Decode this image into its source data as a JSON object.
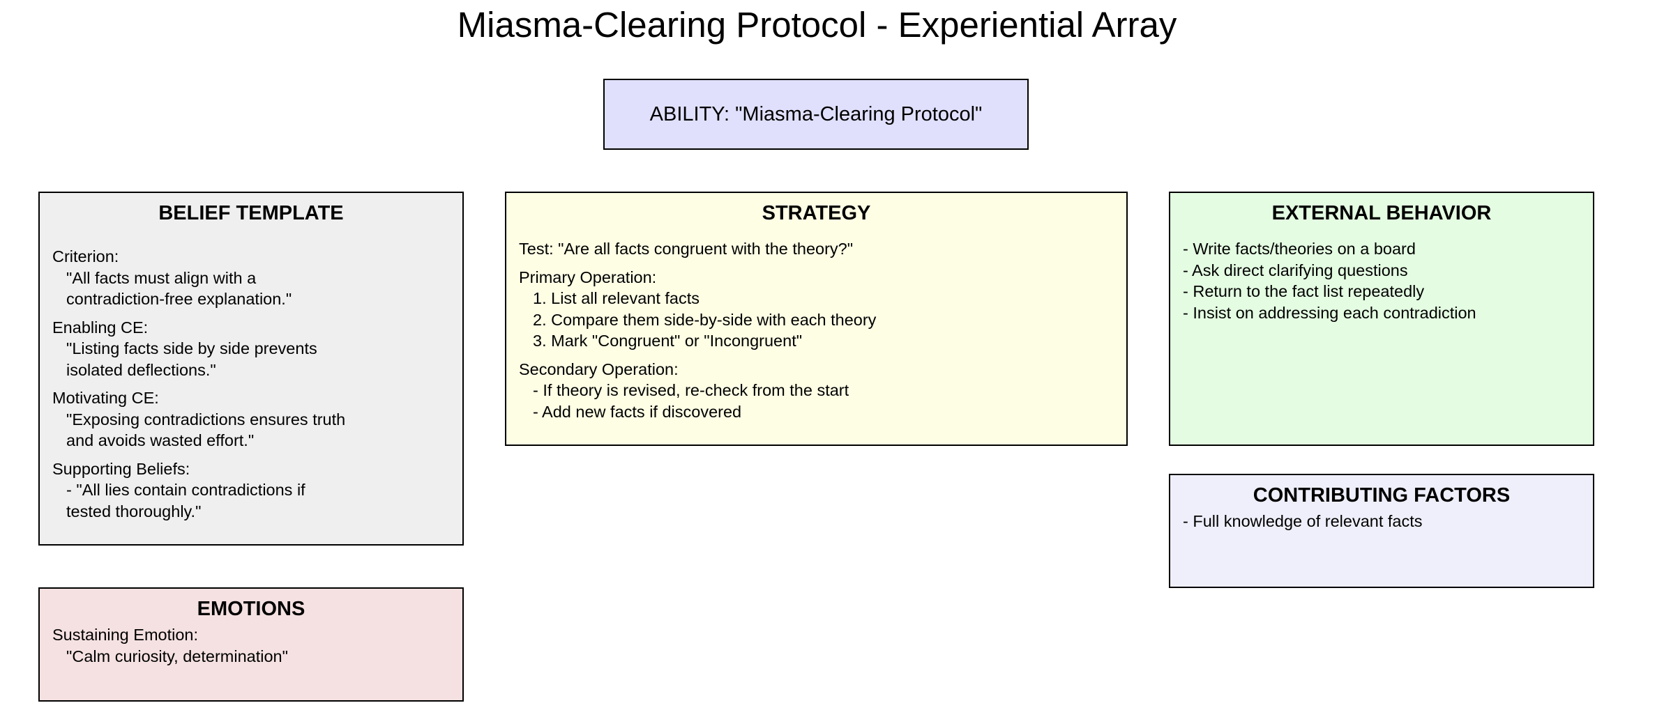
{
  "title": "Miasma-Clearing Protocol - Experiential Array",
  "colors": {
    "ability": "#e0e0fd",
    "belief_template": "#efefef",
    "strategy": "#fefee5",
    "external_behavior": "#e4fde2",
    "contributing_factors": "#efeffb",
    "emotions": "#f5e1e1",
    "border": "#000000"
  },
  "ability": {
    "label": "ABILITY: \"Miasma-Clearing Protocol\""
  },
  "belief_template": {
    "heading": "BELIEF TEMPLATE",
    "criterion_label": "Criterion:",
    "criterion_lines": [
      "\"All facts must align with a",
      "contradiction-free explanation.\""
    ],
    "enabling_label": "Enabling CE:",
    "enabling_lines": [
      "\"Listing facts side by side prevents",
      "isolated deflections.\""
    ],
    "motivating_label": "Motivating CE:",
    "motivating_lines": [
      "\"Exposing contradictions ensures truth",
      "and avoids wasted effort.\""
    ],
    "supporting_label": "Supporting Beliefs:",
    "supporting_lines": [
      "- \"All lies contain contradictions if",
      "tested thoroughly.\""
    ]
  },
  "strategy": {
    "heading": "STRATEGY",
    "test": "Test: \"Are all facts congruent with the theory?\"",
    "primary_label": "Primary Operation:",
    "primary_items": [
      "1. List all relevant facts",
      "2. Compare them side-by-side with each theory",
      "3. Mark \"Congruent\" or \"Incongruent\""
    ],
    "secondary_label": "Secondary Operation:",
    "secondary_items": [
      "- If theory is revised, re-check from the start",
      "- Add new facts if discovered"
    ]
  },
  "external_behavior": {
    "heading": "EXTERNAL BEHAVIOR",
    "items": [
      "- Write facts/theories on a board",
      "- Ask direct clarifying questions",
      "- Return to the fact list repeatedly",
      "- Insist on addressing each contradiction"
    ]
  },
  "contributing_factors": {
    "heading": "CONTRIBUTING FACTORS",
    "items": [
      "- Full knowledge of relevant facts"
    ]
  },
  "emotions": {
    "heading": "EMOTIONS",
    "sustaining_label": "Sustaining Emotion:",
    "sustaining_value": "\"Calm curiosity, determination\""
  }
}
